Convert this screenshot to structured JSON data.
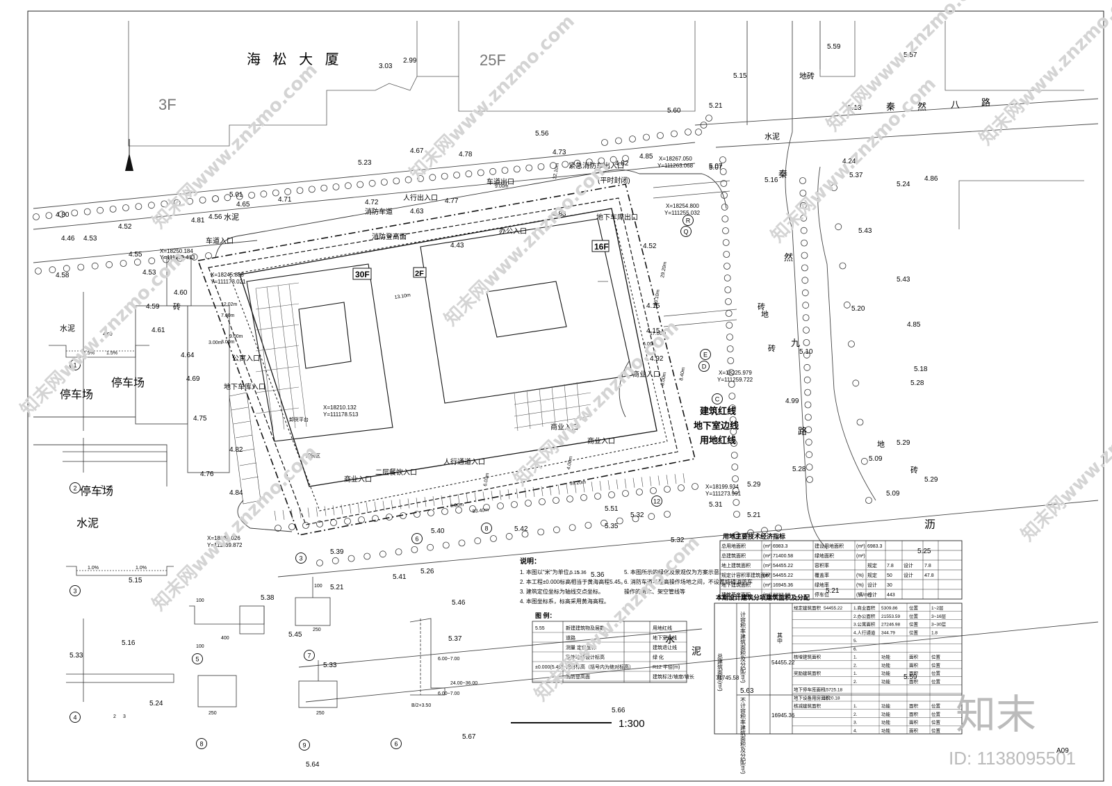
{
  "buildings": {
    "neighbor_name": "海 松 大 厦",
    "neighbor_floors_a": "25F",
    "neighbor_floors_b": "3F",
    "tower_a": "30F",
    "tower_b": "16F",
    "podium": "2F"
  },
  "streets": {
    "north_road": [
      "秦",
      "然",
      "八",
      "路"
    ],
    "east_road": [
      "秦",
      "然",
      "九",
      "路"
    ],
    "surfaces": [
      "水泥",
      "地砖",
      "砖",
      "地",
      "砖",
      "地",
      "砖",
      "沥",
      "水",
      "泥",
      "水泥",
      "水泥",
      "水泥",
      "砖"
    ]
  },
  "site_labels": {
    "entrances": [
      "车道出口",
      "紧急消防车出入口",
      "(平时封闭)",
      "人行出入口",
      "消防车道",
      "消防登高面",
      "办公入口",
      "地下车库出口",
      "车道入口",
      "公寓入口",
      "地下车库入口",
      "商业入口",
      "商业入口",
      "商业入口",
      "二层餐饮入口",
      "商业入口",
      "人行通道入口",
      "卸货平台",
      "卸货区"
    ],
    "legend_lines": [
      "建筑红线",
      "地下室边线",
      "用地红线"
    ],
    "parking": [
      "停车场",
      "停车场",
      "停车场"
    ]
  },
  "coordinates": [
    "X=18267.050",
    "Y=111263.068",
    "X=18254.800",
    "Y=111255.032",
    "X=18250.184",
    "Y=111159.413",
    "X=18225.979",
    "Y=111259.722",
    "X=18210.132",
    "Y=111178.513",
    "X=18199.934",
    "Y=111273.991",
    "X=18186.026",
    "Y=111169.872",
    "X=18245.888",
    "Y=111173.021"
  ],
  "elevations": [
    "5.59",
    "5.57",
    "5.15",
    "5.21",
    "5.13",
    "5.60",
    "5.56",
    "4.67",
    "4.78",
    "4.73",
    "5.23",
    "4.85",
    "4.82",
    "5.07",
    "5.16",
    "4.24",
    "5.37",
    "4.86",
    "5.07",
    "4.72",
    "4.71",
    "5.01",
    "4.65",
    "4.80",
    "4.52",
    "4.56",
    "4.46",
    "4.53",
    "4.55",
    "4.58",
    "4.53",
    "4.81",
    "4.60",
    "4.59",
    "4.61",
    "4.64",
    "4.69",
    "4.75",
    "4.76",
    "5.43",
    "5.43",
    "5.24",
    "5.20",
    "5.10",
    "4.85",
    "5.18",
    "5.28",
    "4.99",
    "5.29",
    "5.09",
    "5.29",
    "5.09",
    "5.28",
    "5.29",
    "5.21",
    "5.31",
    "5.32",
    "5.35",
    "5.32",
    "5.42",
    "5.40",
    "5.39",
    "5.41",
    "5.26",
    "5.21",
    "5.46",
    "5.38",
    "5.15",
    "5.16",
    "5.33",
    "5.24",
    "5.45",
    "5.33",
    "5.37",
    "5.66",
    "5.67",
    "5.64",
    "5.63",
    "5.59",
    "5.25",
    "5.21",
    "3.03",
    "2.99",
    "4.77",
    "4.63",
    "4.88",
    "4.43",
    "4.52",
    "4.15",
    "4.15",
    "5.51",
    "4.92",
    "4.82",
    "4.84",
    "5.36"
  ],
  "dimensions": [
    "32.10m",
    "9.00m",
    "13.10m",
    "29.20m",
    "43.10m",
    "17.00m",
    "6.00m",
    "8.00m",
    "12.02m",
    "7.00m",
    "9.00m",
    "83.40m",
    "39.20m",
    "4.00m",
    "6.00m",
    "3.00m",
    "3.00m",
    "5.36",
    "5.15",
    "8.40m",
    "6.03m"
  ],
  "section_tags": [
    "R",
    "Q",
    "E",
    "D",
    "C",
    "12",
    "8",
    "6",
    "3",
    "1",
    "2",
    "3",
    "4",
    "5",
    "6",
    "7",
    "8",
    "9"
  ],
  "section_slopes": [
    "1.5%",
    "1.5%",
    "1.0%",
    "1.0%",
    "2",
    "3",
    "2",
    "3"
  ],
  "section_dims": [
    "4.60",
    "100",
    "250",
    "250",
    "250",
    "100",
    "400",
    "100",
    "6.00~7.00",
    "6.00~7.00",
    "24.00~36.00",
    "B/2+3.50"
  ],
  "notes": {
    "title": "说明：",
    "items": [
      "1. 本图以\"米\"为单位。",
      "2. 本工程±0.000标高相当于黄海高程5.45。",
      "3. 建筑定位坐标为轴线交点坐标。",
      "4. 本图坐标系，标高采用黄海高程。",
      "5. 本图所示的绿化及景观仅为方案示意。",
      "6. 消防车道与登高操作场地之间，不设置妨碍消防车",
      "   操作的树木、架空管线等"
    ]
  },
  "legend": {
    "title": "图 例：",
    "rows": [
      {
        "sym": "5.55",
        "text": "新建建筑物及层数",
        "sym2": "用地红线"
      },
      {
        "sym": "",
        "text": "道路",
        "sym2": "地下室边线"
      },
      {
        "sym": "",
        "text": "测量 定位坐标",
        "sym2": "建筑退让线"
      },
      {
        "sym": "",
        "text": "室外地坪设计标高",
        "sym2": "绿 化"
      },
      {
        "sym": "±0.000(5.45)",
        "text": "相对标高（括号内为绝对标高）",
        "sym2": "R12 半径(m)"
      },
      {
        "sym": "",
        "text": "消防登高面",
        "sym2": "建筑标注/坡度/坡长"
      }
    ]
  },
  "tech_table": {
    "title": "用地主要技术经济指标",
    "rows": [
      [
        "总用地面积",
        "(m²)",
        "6983.3",
        "建设用地面积",
        "(m²)",
        "6983.3",
        "",
        "",
        "",
        ""
      ],
      [
        "总建筑面积",
        "(m²)",
        "71400.58",
        "绿地面积",
        "(m²)",
        "",
        "",
        "",
        "",
        ""
      ],
      [
        "地上建筑面积",
        "(m²)",
        "54455.22",
        "容积率",
        "",
        "规定",
        "7.8",
        "设计",
        "7.8",
        ""
      ],
      [
        "规定计容积率建筑面积",
        "(m²)",
        "54455.22",
        "覆盖率",
        "(%)",
        "规定",
        "50",
        "设计",
        "47.8",
        ""
      ],
      [
        "地下建筑面积",
        "(m²)",
        "16945.36",
        "绿地率",
        "(%)",
        "设计",
        "30",
        "",
        "",
        ""
      ],
      [
        "建筑基底面积",
        "(m²)",
        "3337.98",
        "停车位",
        "(辆/m²)",
        "设计",
        "443",
        "",
        "",
        ""
      ]
    ]
  },
  "area_table": {
    "title": "本期设计建筑分项建筑面积及分配",
    "total_label": "总建筑面积(m²)",
    "total_value": "71745.58",
    "counted_label": "计容积率建筑面积及分配(m²)",
    "counted_value": "54455.22",
    "uncounted_label": "不计容积率建筑面积及分配(m²)",
    "uncounted_value": "16945.36",
    "qizhong": "其中",
    "rows": [
      [
        "规定建筑面积",
        "54455.22",
        "1.商业面积",
        "5309.86",
        "位置",
        "1~2层"
      ],
      [
        "",
        "",
        "2.办公面积",
        "21553.59",
        "位置",
        "3~16层"
      ],
      [
        "",
        "",
        "3.公寓面积",
        "27246.98",
        "位置",
        "3~30层"
      ],
      [
        "",
        "",
        "4.人行通道",
        "344.79",
        "位置",
        "1.8"
      ],
      [
        "",
        "",
        "5.",
        "",
        "",
        ""
      ],
      [
        "",
        "",
        "6.",
        "",
        "",
        ""
      ],
      [
        "核增建筑面积",
        "",
        "1.",
        "功能",
        "面积",
        "位置"
      ],
      [
        "",
        "",
        "2.",
        "功能",
        "面积",
        "位置"
      ],
      [
        "奖励建筑面积",
        "",
        "1.",
        "功能",
        "面积",
        "位置"
      ],
      [
        "",
        "",
        "2.",
        "功能",
        "面积",
        "位置"
      ],
      [
        "地下停车库面积",
        "15725.18",
        "",
        "",
        "",
        ""
      ],
      [
        "地下设备用房面积",
        "1220.18",
        "",
        "",
        "",
        ""
      ],
      [
        "核减建筑面积",
        "",
        "1.",
        "功能",
        "面积",
        "位置"
      ],
      [
        "",
        "",
        "2.",
        "功能",
        "面积",
        "位置"
      ],
      [
        "",
        "",
        "3.",
        "功能",
        "面积",
        "位置"
      ],
      [
        "",
        "",
        "4.",
        "功能",
        "面积",
        "位置"
      ]
    ]
  },
  "scale": "1:300",
  "sheet_no": "A09",
  "brand": {
    "logo": "知末",
    "id_text": "ID: 1138095501",
    "watermarks": [
      "知末网www.znzmo.com",
      "知末网www.znzmo.com",
      "知末网www.znzmo.com",
      "知末网www.znzmo.com",
      "知末网www.znzmo.com",
      "知末网www.znzmo.com",
      "知末网www.znzmo.com",
      "知末网www.znzmo.com",
      "知末网www.znzmo.com",
      "知末网www.znzmo.com",
      "知末网www.znzmo.com"
    ]
  }
}
